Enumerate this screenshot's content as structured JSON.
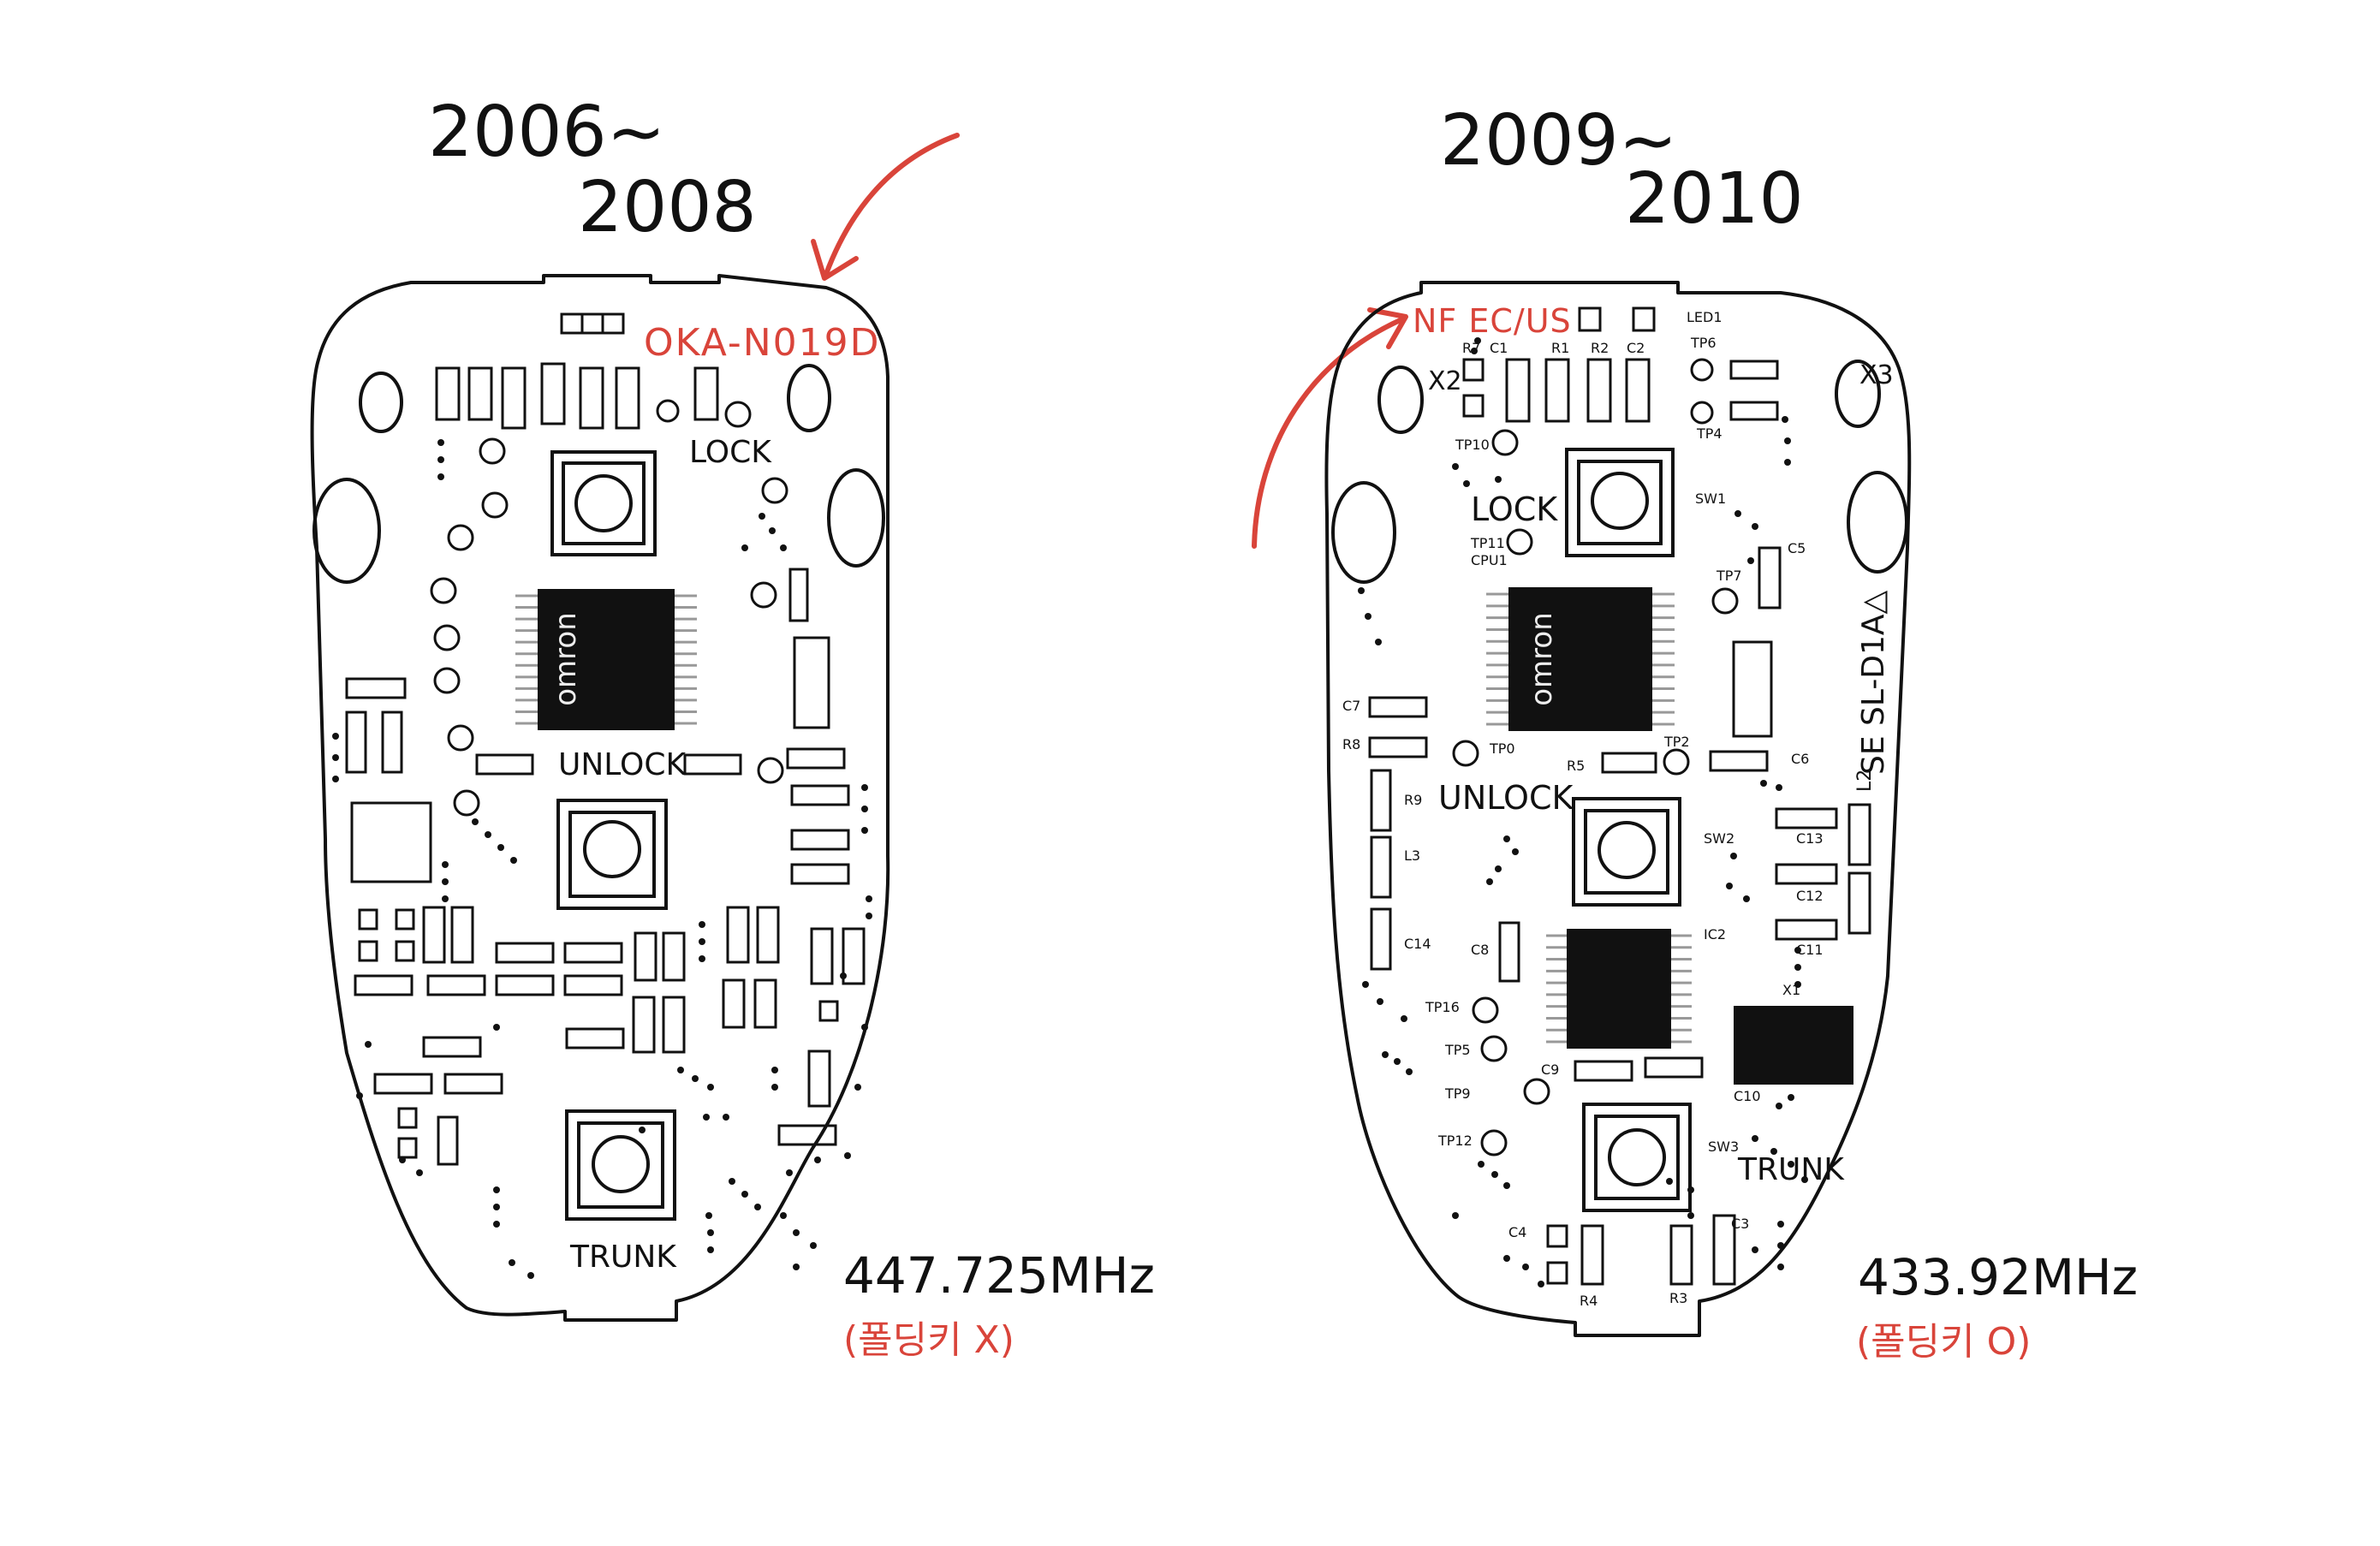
{
  "boards": [
    {
      "years_line1": "2006~",
      "years_line2": "2008",
      "model": "OKA-N019D",
      "chip": "omron",
      "buttons": {
        "lock": "LOCK",
        "unlock": "UNLOCK",
        "trunk": "TRUNK"
      },
      "frequency": "447.725MHz",
      "folding": "(폴딩키 X)"
    },
    {
      "years_line1": "2009~",
      "years_line2": "2010",
      "model": "NF EC/US",
      "chip": "omron",
      "buttons": {
        "lock": "LOCK",
        "unlock": "UNLOCK",
        "trunk": "TRUNK"
      },
      "frequency": "433.92MHz",
      "folding": "(폴딩키 O)",
      "side_mark": "SE SL-D1A△",
      "labels": {
        "led": "LED1",
        "x2": "X2",
        "x3": "X3",
        "x1": "X1",
        "r7": "R7",
        "c1": "C1",
        "r1a": "R1",
        "r2": "R2",
        "c2": "C2",
        "tp6": "TP6",
        "tp4": "TP4",
        "tp10": "TP10",
        "sw1": "SW1",
        "tp11": "TP11",
        "cpu1": "CPU1",
        "tp7": "TP7",
        "c5": "C5",
        "c7": "C7",
        "r8": "R8",
        "tp0": "TP0",
        "r5": "R5",
        "tp2": "TP2",
        "c6": "C6",
        "l2": "L2",
        "r9": "R9",
        "sw2": "SW2",
        "c13": "C13",
        "l3": "L3",
        "c12": "C12",
        "c14": "C14",
        "c8": "C8",
        "ic2": "IC2",
        "c11": "C11",
        "tp16": "TP16",
        "tp5": "TP5",
        "c9": "C9",
        "c10": "C10",
        "tp9": "TP9",
        "tp12": "TP12",
        "sw3": "SW3",
        "c4": "C4",
        "c3": "C3",
        "r4": "R4",
        "r3": "R3"
      }
    }
  ],
  "colors": {
    "ink": "#111111",
    "accent": "#d9443a",
    "chip": "#111111",
    "pins": "#999999"
  }
}
